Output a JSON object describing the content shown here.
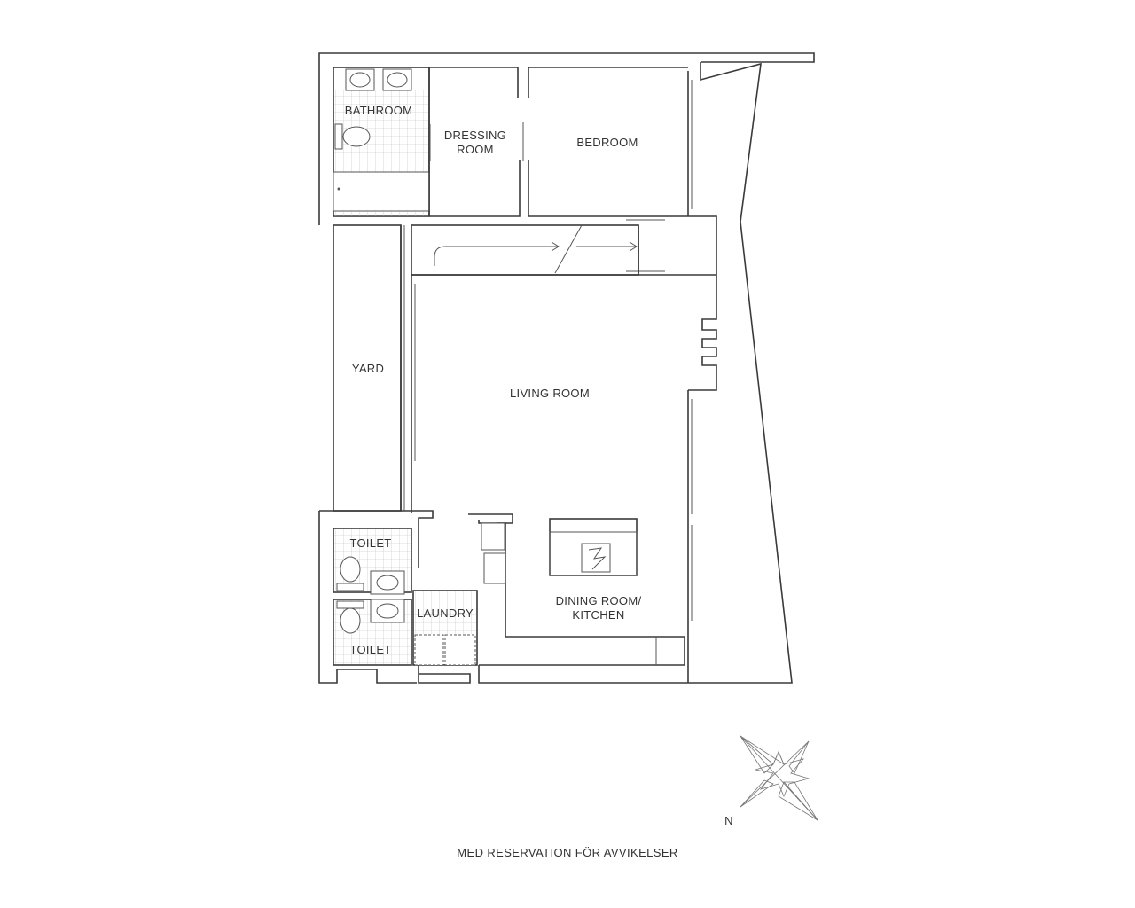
{
  "rooms": {
    "bathroom": "BATHROOM",
    "dressing_room_line1": "DRESSING",
    "dressing_room_line2": "ROOM",
    "bedroom": "BEDROOM",
    "yard": "YARD",
    "living_room": "LIVING ROOM",
    "toilet_upper": "TOILET",
    "toilet_lower": "TOILET",
    "laundry": "LAUNDRY",
    "dining_line1": "DINING ROOM/",
    "dining_line2": "KITCHEN"
  },
  "compass": {
    "north_label": "N"
  },
  "footer": {
    "disclaimer": "MED RESERVATION FÖR AVVIKELSER"
  }
}
